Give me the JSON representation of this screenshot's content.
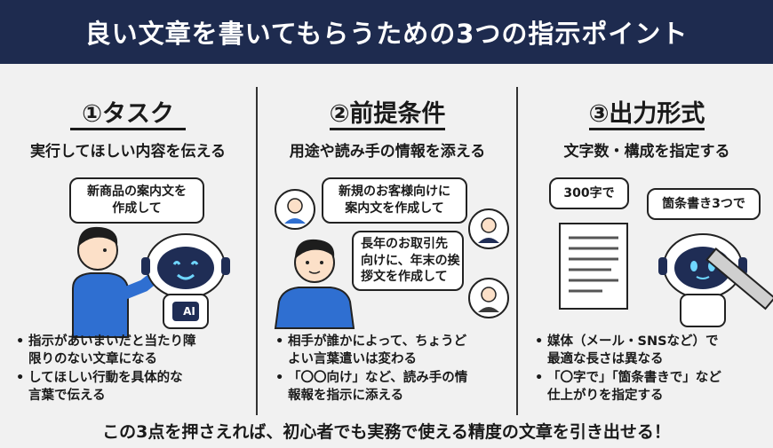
{
  "header": {
    "title": "良い文章を書いてもらうための3つの指示ポイント"
  },
  "columns": [
    {
      "title": "①タスク",
      "subtitle": "実行してほしい内容を伝える",
      "bubbles": [
        "新商品の案内文を\n作成して"
      ],
      "robot_label": "AI",
      "bullets": [
        "指示があいまいだと当たり障\n限りのない文章になる",
        "してほしい行動を具体的な\n言葉で伝える"
      ]
    },
    {
      "title": "②前提条件",
      "subtitle": "用途や読み手の情報を添える",
      "bubbles": [
        "新規のお客様向けに\n案内文を作成して",
        "長年のお取引先\n向けに、年末の挨\n拶文を作成して"
      ],
      "bullets": [
        "相手が誰かによって、ちょうど\nよい言葉遣いは変わる",
        "「〇〇向け」など、読み手の情\n報報を指示に添える"
      ]
    },
    {
      "title": "③出力形式",
      "subtitle": "文字数・構成を指定する",
      "bubbles": [
        "300字で",
        "箇条書き3つで"
      ],
      "bullets": [
        "媒体（メール・SNSなど）で\n最適な長さは異なる",
        "「〇字で」「箇条書きで」など\n仕上がりを指定する"
      ]
    }
  ],
  "footer": {
    "text": "この3点を押さえれば、初心者でも実務で使える精度の文章を引き出せる！"
  },
  "colors": {
    "header_bg": "#1e2b4f",
    "shirt_blue": "#2f6fd1",
    "robot_dark": "#1f2d55",
    "background": "#f1f1f1"
  }
}
